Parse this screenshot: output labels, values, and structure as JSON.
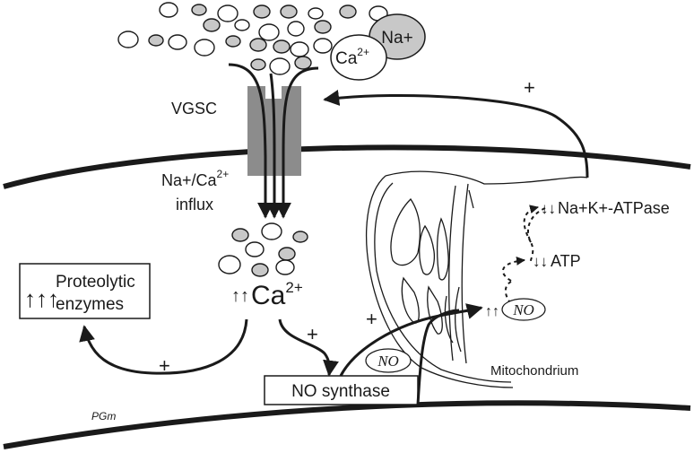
{
  "labels": {
    "na_ion": "Na+",
    "ca_ion_base": "Ca",
    "ca_ion_sup": "2+",
    "vgsc": "VGSC",
    "influx_line1_base": "Na+/Ca",
    "influx_line1_sup": "2+",
    "influx_line2": "influx",
    "na_k_atpase": "Na+K+-ATPase",
    "atp": "ATP",
    "no_mito": "NO",
    "no_cytosol": "NO",
    "proteolytic_line1": "Proteolytic",
    "proteolytic_line2": "enzymes",
    "ca_main_base": "Ca",
    "ca_main_sup": "2+",
    "no_synthase": "NO synthase",
    "mitochondrium": "Mitochondrium",
    "plus_top": "+",
    "plus_left": "+",
    "plus_center": "+",
    "plus_synthase": "+",
    "signature": "PGm"
  },
  "indicators": {
    "proteolytic": "up-3",
    "ca_main": "up-2",
    "no_mito": "up-2",
    "na_k_atpase": "down-2",
    "atp": "down-2"
  },
  "colors": {
    "ink": "#1a1a1a",
    "channel": "#8c8c8c",
    "gray_ion": "#c8c8c8",
    "white_ion": "#ffffff"
  }
}
